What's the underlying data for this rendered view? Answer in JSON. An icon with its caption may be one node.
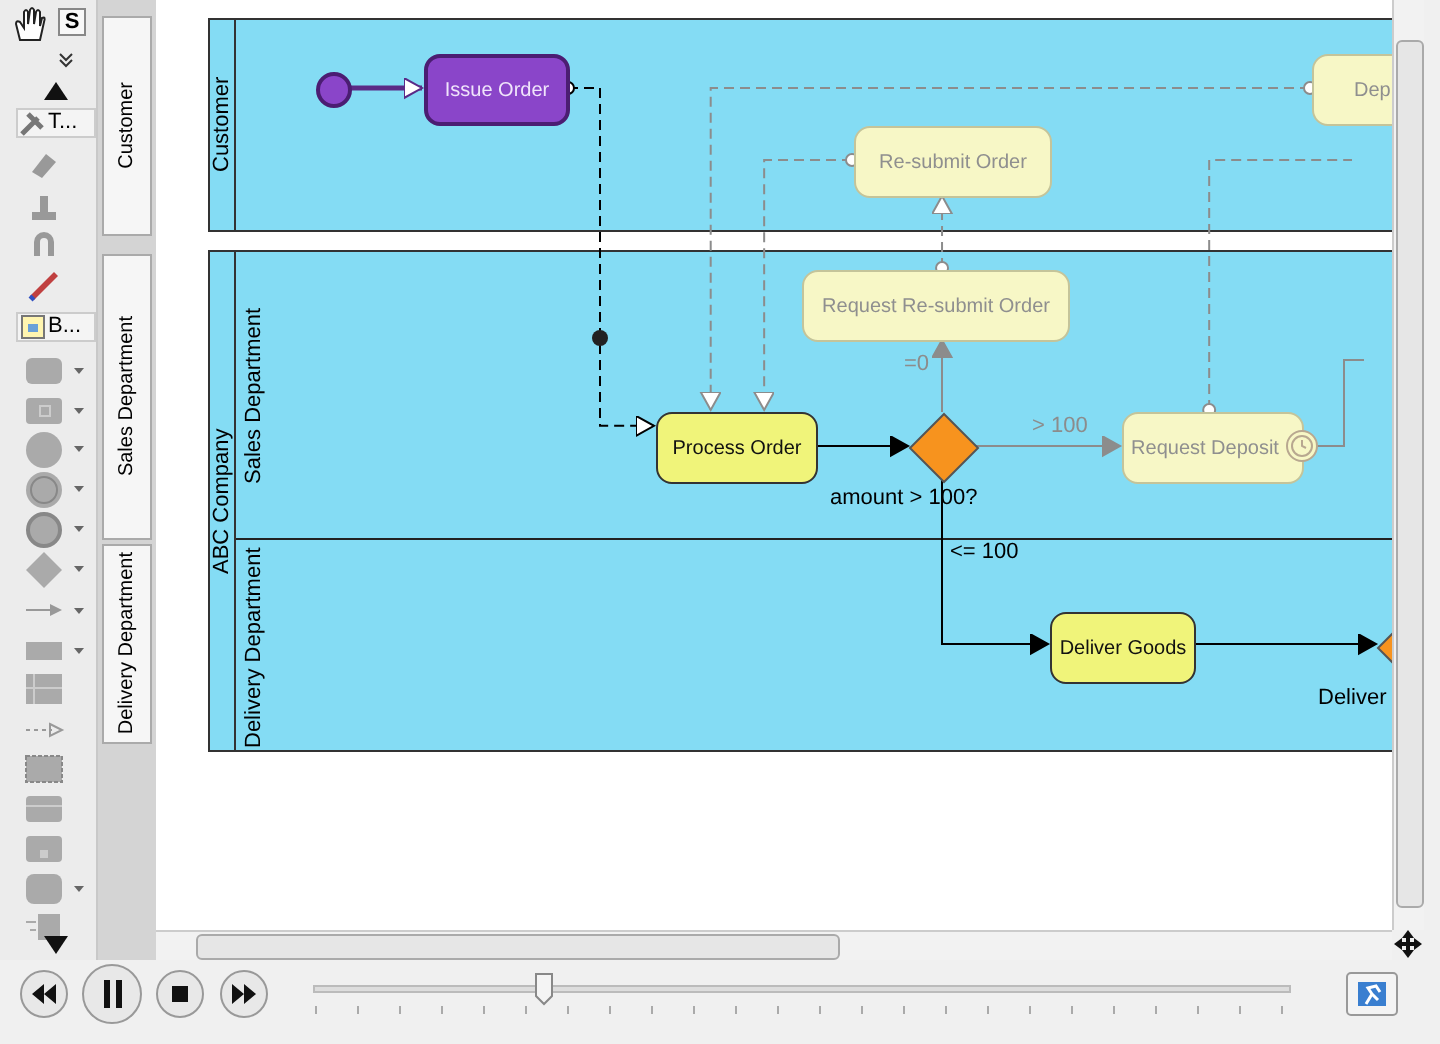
{
  "diagram": {
    "nodes": [
      {
        "text": [
          "Customer"
        ]
      },
      {
        "text": [
          "ABC Company"
        ]
      },
      {
        "text": [
          "Sales Department"
        ],
        "in": 1
      },
      {
        "text": [
          "Delivery Department"
        ],
        "in": 1
      },
      {
        "text": [],
        "shape": "circle",
        "in": 0
      },
      {
        "text": [
          "Issue Order"
        ],
        "in": 0
      },
      {
        "text": [
          "Dep"
        ],
        "in": 0
      },
      {
        "text": [
          "Re-submit Order"
        ],
        "in": 0
      },
      {
        "text": [
          "Request Re-submit Order"
        ],
        "in": 2
      },
      {
        "text": [
          "Process Order"
        ],
        "in": 2
      },
      {
        "text": [],
        "shape": "diamond",
        "in": 2,
        "beside": [
          "amount > 100?"
        ]
      },
      {
        "text": [
          "Request Deposit"
        ],
        "in": 2
      },
      {
        "text": [
          "Deliver Goods"
        ],
        "in": 3
      },
      {
        "text": [],
        "shape": "diamond",
        "in": 3,
        "beside": [
          "Deliver"
        ]
      }
    ],
    "edges": [
      {
        "from": 4,
        "to": 5,
        "arrow": "to",
        "style": "thick",
        "color": "#5a2a86"
      },
      {
        "from": 5,
        "to": 9,
        "arrow": "to",
        "style": "dashed",
        "color": "#000000"
      },
      {
        "from": 9,
        "to": 10,
        "arrow": "to",
        "color": "#000000"
      },
      {
        "from": 10,
        "to": 8,
        "arrow": "to",
        "label": "=0",
        "color": "#8c8c8c"
      },
      {
        "from": 10,
        "to": 11,
        "arrow": "to",
        "label": "> 100",
        "color": "#8c8c8c"
      },
      {
        "from": 10,
        "to": 12,
        "arrow": "to",
        "label": "<= 100",
        "color": "#000000"
      },
      {
        "from": 12,
        "to": 13,
        "arrow": "to",
        "color": "#000000"
      },
      {
        "from": 8,
        "to": 7,
        "arrow": "to",
        "style": "dashed",
        "color": "#8c8c8c"
      },
      {
        "from": 7,
        "to": 9,
        "arrow": "to",
        "style": "dashed",
        "color": "#8c8c8c"
      },
      {
        "from": 6,
        "to": 9,
        "arrow": "to",
        "style": "dashed",
        "color": "#8c8c8c"
      },
      {
        "from": 11,
        "to": null,
        "arrow": "other",
        "style": "dashed",
        "color": "#8c8c8c"
      },
      {
        "from": 11,
        "to": null,
        "arrow": "none",
        "color": "#8c8c8c"
      }
    ],
    "labels": [
      "S",
      "T...",
      "B...",
      "Customer",
      "Sales Department",
      "Delivery Department"
    ]
  }
}
